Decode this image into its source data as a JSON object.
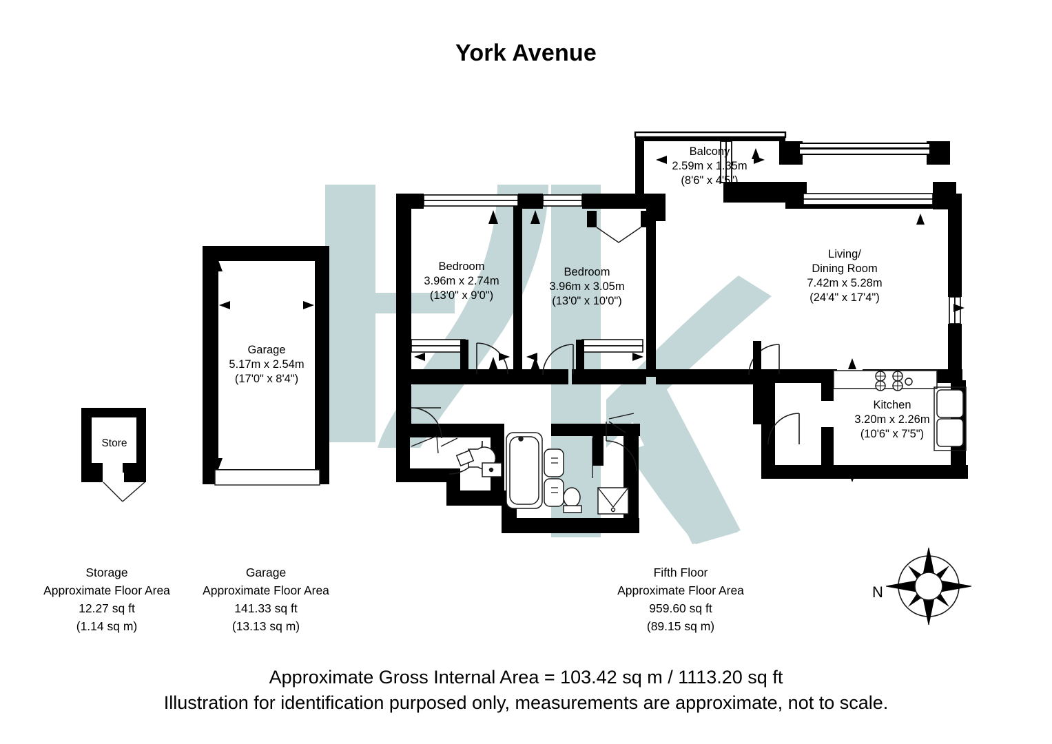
{
  "title": "York Avenue",
  "watermark": {
    "text": "HK",
    "color": "#c3d6d8"
  },
  "colors": {
    "wall": "#000000",
    "thin_line": "#1a1a1a",
    "background": "#ffffff",
    "watermark": "#c3d6d8"
  },
  "rooms": [
    {
      "id": "balcony",
      "name": "Balcony",
      "metric": "2.59m x 1.35m",
      "imperial": "(8'6\" x 4'5\")"
    },
    {
      "id": "bedroom-1",
      "name": "Bedroom",
      "metric": "3.96m x 2.74m",
      "imperial": "(13'0\" x 9'0\")"
    },
    {
      "id": "bedroom-2",
      "name": "Bedroom",
      "metric": "3.96m x 3.05m",
      "imperial": "(13'0\" x 10'0\")"
    },
    {
      "id": "living-dining-room",
      "name_line1": "Living/",
      "name_line2": "Dining Room",
      "metric": "7.42m x 5.28m",
      "imperial": "(24'4\" x 17'4\")"
    },
    {
      "id": "kitchen",
      "name": "Kitchen",
      "metric": "3.20m x 2.26m",
      "imperial": "(10'6\" x 7'5\")"
    },
    {
      "id": "garage",
      "name": "Garage",
      "metric": "5.17m x 2.54m",
      "imperial": "(17'0\" x 8'4\")"
    },
    {
      "id": "store",
      "name": "Store",
      "metric": "",
      "imperial": ""
    }
  ],
  "areas": [
    {
      "id": "storage",
      "name": "Storage",
      "caption": "Approximate Floor Area",
      "sqft": "12.27 sq ft",
      "sqm": "(1.14 sq m)"
    },
    {
      "id": "garage",
      "name": "Garage",
      "caption": "Approximate Floor Area",
      "sqft": "141.33 sq ft",
      "sqm": "(13.13 sq m)"
    },
    {
      "id": "fifth-floor",
      "name": "Fifth Floor",
      "caption": "Approximate Floor Area",
      "sqft": "959.60 sq ft",
      "sqm": "(89.15 sq m)"
    }
  ],
  "compass": {
    "north_label": "N",
    "icon": "compass-rose-icon"
  },
  "footer": {
    "line1": "Approximate Gross Internal Area = 103.42 sq m / 1113.20 sq ft",
    "line2": "Illustration for identification purposed only, measurements are approximate, not to scale."
  }
}
